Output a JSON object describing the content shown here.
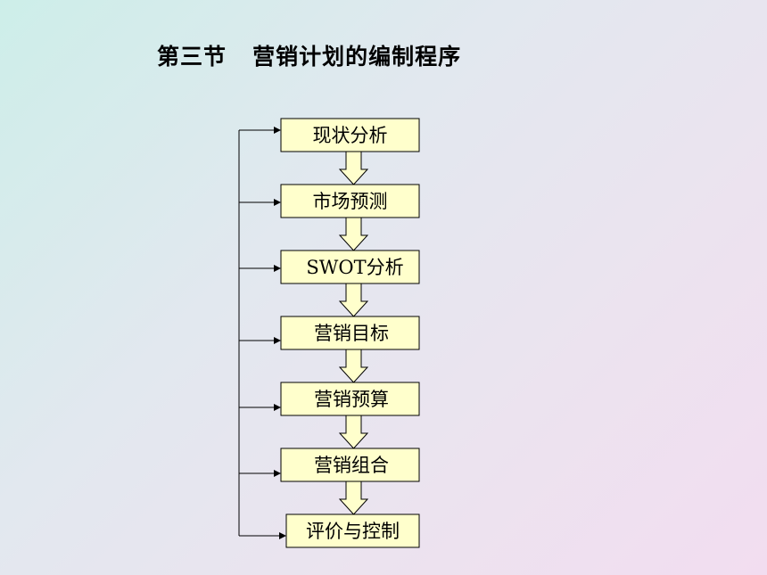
{
  "title": "第三节   营销计划的编制程序",
  "steps": [
    {
      "label": "现状分析"
    },
    {
      "label": "市场预测"
    },
    {
      "label": "SWOT分析"
    },
    {
      "label": "营销目标"
    },
    {
      "label": "营销预算"
    },
    {
      "label": "营销组合"
    },
    {
      "label": "评价与控制"
    }
  ],
  "colors": {
    "box_fill": "#ffffcc",
    "line": "#000000"
  }
}
